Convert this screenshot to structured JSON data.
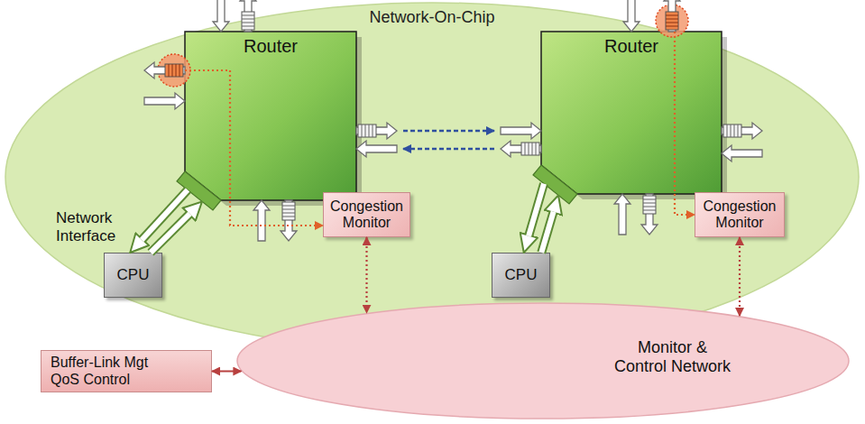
{
  "diagram": {
    "nodes": [
      {
        "text": [
          "Network-On-Chip"
        ]
      },
      {
        "text": [
          "Router"
        ],
        "in": 0
      },
      {
        "text": [
          "Router"
        ],
        "in": 0
      },
      {
        "text": [
          "Congestion Monitor"
        ],
        "in": 0
      },
      {
        "text": [
          "Congestion Monitor"
        ],
        "in": 0
      },
      {
        "text": [
          "CPU"
        ],
        "in": 0
      },
      {
        "text": [
          "CPU"
        ],
        "in": 0
      },
      {
        "text": [
          "Monitor & Control Network"
        ]
      },
      {
        "text": [
          "Buffer-Link Mgt QoS Control"
        ]
      }
    ],
    "edges": [
      {
        "from": 1,
        "to": 2,
        "arrow": "to"
      },
      {
        "from": 2,
        "to": 1,
        "arrow": "to"
      },
      {
        "from": 1,
        "to": 3,
        "arrow": "to"
      },
      {
        "from": 2,
        "to": 4,
        "arrow": "to"
      },
      {
        "from": 3,
        "to": 7,
        "arrow": "both"
      },
      {
        "from": 4,
        "to": 7,
        "arrow": "both"
      },
      {
        "from": 8,
        "to": 7,
        "arrow": "both"
      },
      {
        "from": 5,
        "to": 1,
        "arrow": "to"
      },
      {
        "from": 1,
        "to": 5,
        "arrow": "to"
      },
      {
        "from": 6,
        "to": 2,
        "arrow": "to"
      },
      {
        "from": 2,
        "to": 6,
        "arrow": "to"
      }
    ],
    "labels": [
      "Network Interface"
    ]
  }
}
